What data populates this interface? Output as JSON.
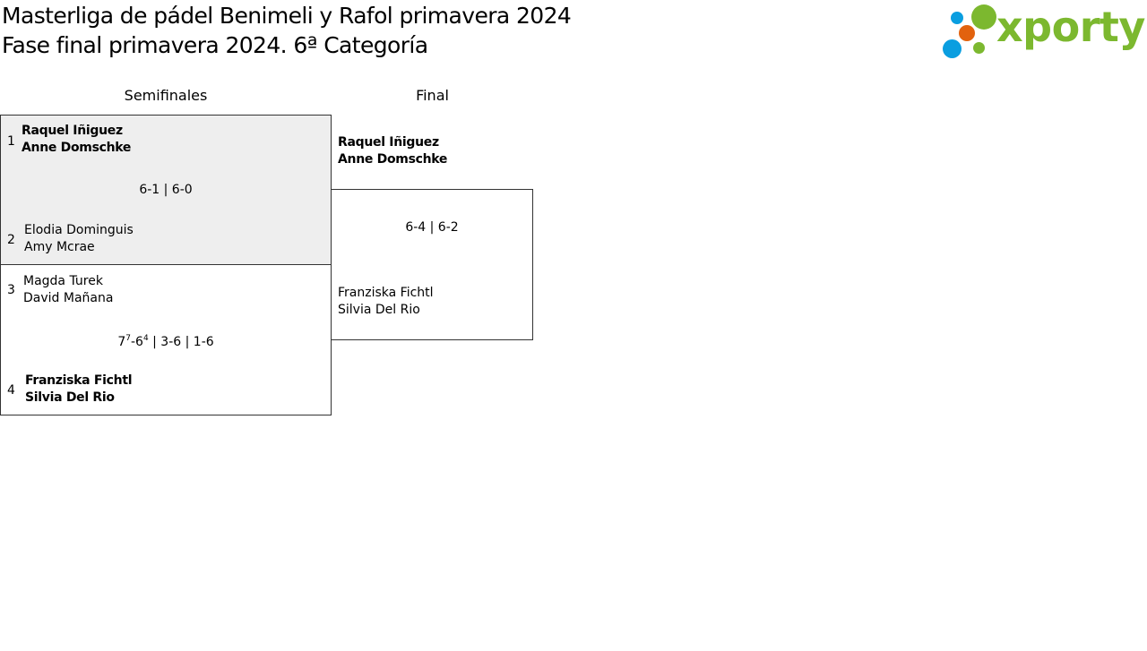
{
  "header": {
    "title": "Masterliga de pádel Benimeli y Rafol primavera 2024",
    "subtitle": "Fase final primavera 2024. 6ª Categoría"
  },
  "logo": {
    "text": "xporty",
    "colors": {
      "green": "#7cb82f",
      "blue": "#0a9ee0",
      "orange": "#e2620e"
    }
  },
  "rounds": {
    "semifinals": "Semifinales",
    "final": "Final"
  },
  "semifinal1": {
    "team1": {
      "seed": "1",
      "player1": "Raquel Iñiguez",
      "player2": "Anne Domschke",
      "winner": true
    },
    "team2": {
      "seed": "2",
      "player1": "Elodia Dominguis",
      "player2": "Amy Mcrae",
      "winner": false
    },
    "score": "6-1 | 6-0"
  },
  "semifinal2": {
    "team1": {
      "seed": "3",
      "player1": "Magda Turek",
      "player2": "David Mañana",
      "winner": false
    },
    "team2": {
      "seed": "4",
      "player1": "Franziska Fichtl",
      "player2": "Silvia Del Rio",
      "winner": true
    },
    "score": {
      "set1_games": "7",
      "set1_tiebreak": "7",
      "set1_opp_games": "6",
      "set1_opp_tiebreak": "4",
      "rest": "| 3-6 | 1-6"
    }
  },
  "final": {
    "team1": {
      "player1": "Raquel Iñiguez",
      "player2": "Anne Domschke",
      "winner": true
    },
    "team2": {
      "player1": "Franziska Fichtl",
      "player2": "Silvia Del Rio",
      "winner": false
    },
    "score": "6-4 | 6-2"
  }
}
